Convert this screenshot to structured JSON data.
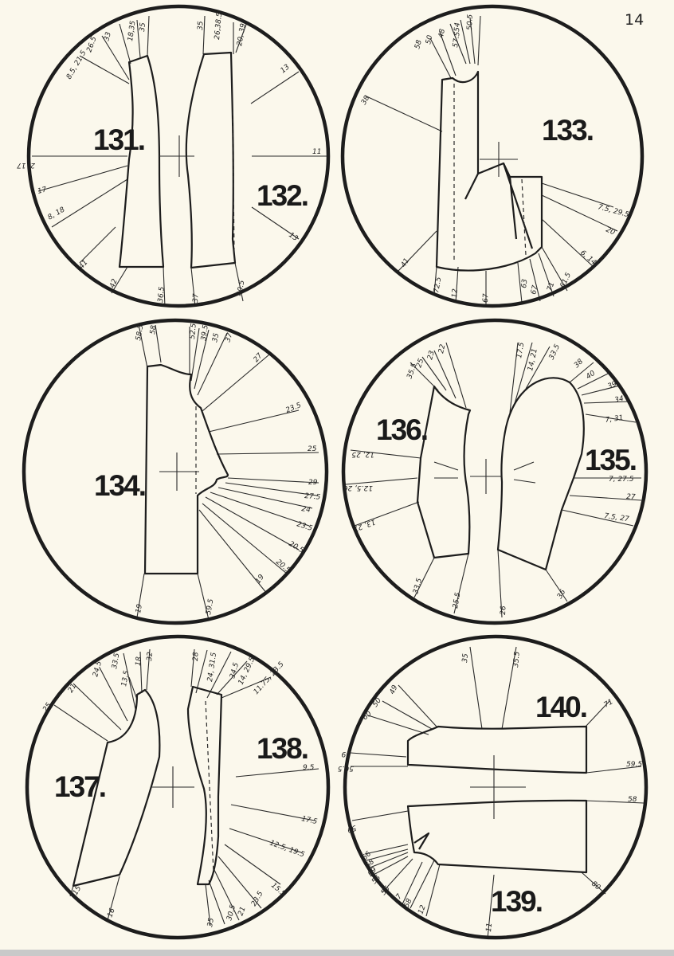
{
  "page_number": "14",
  "figures": {
    "f131": "131.",
    "f132": "132.",
    "f133": "133.",
    "f134": "134.",
    "f135": "135.",
    "f136": "136.",
    "f137": "137.",
    "f138": "138.",
    "f139": "139.",
    "f140": "140."
  },
  "measurements": {
    "c1": [
      "8.5, 21.5",
      "26.5",
      "33",
      "18,35",
      "35",
      "35",
      "26,38.5",
      "20, 39",
      "13",
      "11",
      "13",
      "2, 17",
      "17",
      "8, 18",
      "41",
      "42",
      "36.5",
      "37",
      "40.5"
    ],
    "c2": [
      "58",
      "50",
      "48",
      "57.5",
      "54",
      "50.5",
      "38",
      "7.5, 29.5",
      "20",
      "6, 14",
      "41",
      "72.5",
      "12",
      "67",
      "63",
      "67",
      "71",
      "61.5"
    ],
    "c3": [
      "58.5",
      "58",
      "52.5",
      "39.5",
      "35",
      "37",
      "27",
      "23.5",
      "25",
      "29",
      "27.5",
      "24",
      "23.5",
      "20.5",
      "20.5",
      "19",
      "19",
      "59.5"
    ],
    "c4": [
      "35.5",
      "25",
      "23",
      "22",
      "17.5",
      "14, 21",
      "33.5",
      "38",
      "40",
      "39",
      "34",
      "7, 31",
      "7, 27.5",
      "27",
      "7.5, 27",
      "12, 25",
      "12.5, 26",
      "13, 27",
      "33.5",
      "25.5",
      "26",
      "36"
    ],
    "c5": [
      "25",
      "21",
      "24.5",
      "33.5",
      "13.5",
      "18",
      "32",
      "28",
      "24, 31.5",
      "34.5",
      "14, 29.5",
      "11.75, 23.5",
      "9.5",
      "17.5",
      "12.5, 19.5",
      "15.5",
      "23.5",
      "21",
      "30.5",
      "35",
      "15",
      "16"
    ],
    "c6": [
      "49",
      "50",
      "60",
      "35",
      "35.5",
      "71",
      "59",
      "56.5",
      "59.5",
      "58",
      "59",
      "66",
      "68",
      "69",
      "55",
      "56",
      "57",
      "58",
      "12",
      "80",
      "11"
    ]
  }
}
